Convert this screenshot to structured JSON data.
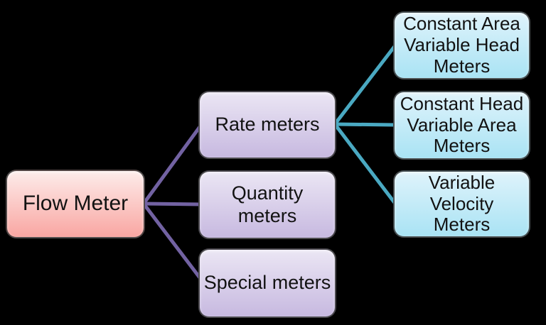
{
  "colors": {
    "background": "#000000",
    "text": "#121212",
    "pink_top": "#FDECEA",
    "pink_bottom": "#F9A6A2",
    "purple_top": "#EBE6F4",
    "purple_bottom": "#C7B9E0",
    "blue_top": "#DFF3FB",
    "blue_bottom": "#A9E3F4",
    "edge_purple": "#7262A2",
    "edge_teal": "#4AA9C2"
  },
  "nodes": {
    "flow_meter": {
      "label": "Flow Meter"
    },
    "rate_meters": {
      "label": "Rate meters"
    },
    "quantity_meters": {
      "label": "Quantity\nmeters"
    },
    "special_meters": {
      "label": "Special meters"
    },
    "constant_area_variable_head": {
      "label": "Constant Area\nVariable Head\nMeters"
    },
    "constant_head_variable_area": {
      "label": "Constant Head\nVariable Area\nMeters"
    },
    "variable_velocity": {
      "label": "Variable\nVelocity\nMeters"
    }
  },
  "edges": [
    {
      "from": "flow_meter",
      "to": "rate_meters",
      "color": "#7262A2"
    },
    {
      "from": "flow_meter",
      "to": "quantity_meters",
      "color": "#7262A2"
    },
    {
      "from": "flow_meter",
      "to": "special_meters",
      "color": "#7262A2"
    },
    {
      "from": "rate_meters",
      "to": "constant_area_variable_head",
      "color": "#4AA9C2"
    },
    {
      "from": "rate_meters",
      "to": "constant_head_variable_area",
      "color": "#4AA9C2"
    },
    {
      "from": "rate_meters",
      "to": "variable_velocity",
      "color": "#4AA9C2"
    }
  ]
}
